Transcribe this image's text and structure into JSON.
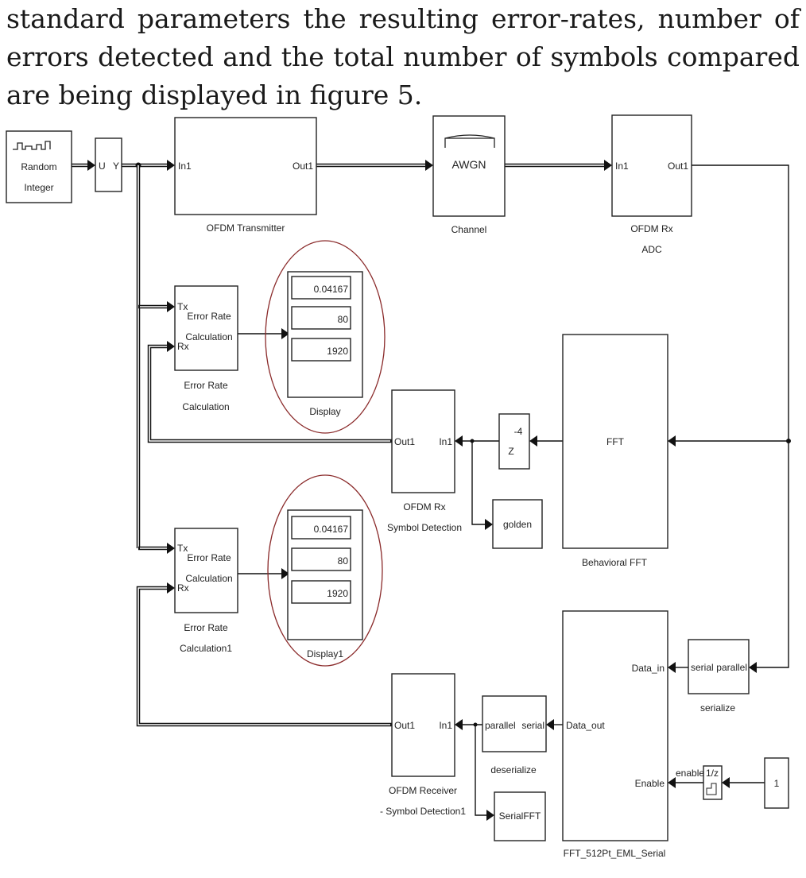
{
  "text": {
    "line1": "standard parameters the resulting error-rates, number of",
    "line2": "errors detected and the total number of symbols compared",
    "line3": "are being displayed in figure 5."
  },
  "blocks": {
    "random_integer": {
      "line1": "Random",
      "line2": "Integer"
    },
    "uy": {
      "u": "U",
      "y": "Y"
    },
    "ofdm_tx": {
      "in": "In1",
      "out": "Out1",
      "label": "OFDM Transmitter"
    },
    "awgn": {
      "name": "AWGN",
      "label": "Channel"
    },
    "ofdm_rx_adc": {
      "in": "In1",
      "out": "Out1",
      "label1": "OFDM Rx",
      "label2": "ADC"
    },
    "err1": {
      "tx": "Tx",
      "rx": "Rx",
      "inner1": "Error Rate",
      "inner2": "Calculation",
      "label1": "Error Rate",
      "label2": "Calculation"
    },
    "display1": {
      "v1": "0.04167",
      "v2": "80",
      "v3": "1920",
      "label": "Display"
    },
    "fft": {
      "name": "FFT",
      "label": "Behavioral FFT"
    },
    "delay": {
      "pow": "-4",
      "z": "Z"
    },
    "symdet": {
      "out": "Out1",
      "in": "In1",
      "label1": "OFDM Rx",
      "label2": "Symbol Detection"
    },
    "golden": {
      "name": "golden"
    },
    "err2": {
      "tx": "Tx",
      "rx": "Rx",
      "inner1": "Error Rate",
      "inner2": "Calculation",
      "label1": "Error Rate",
      "label2": "Calculation1"
    },
    "display2": {
      "v1": "0.04167",
      "v2": "80",
      "v3": "1920",
      "label": "Display1"
    },
    "serialize": {
      "in": "serial",
      "out": "parallel",
      "label": "serialize"
    },
    "fft512": {
      "data_in": "Data_in",
      "data_out": "Data_out",
      "enable": "Enable",
      "label": "FFT_512Pt_EML_Serial"
    },
    "deserialize": {
      "in": "parallel",
      "out": "serial",
      "label": "deserialize"
    },
    "symdet1": {
      "out": "Out1",
      "in": "In1",
      "label1": "OFDM Receiver",
      "label2": "- Symbol Detection1"
    },
    "serialfft": {
      "name": "SerialFFT"
    },
    "enable": {
      "port": "enable",
      "tf": "1/z"
    },
    "const1": {
      "value": "1"
    }
  }
}
